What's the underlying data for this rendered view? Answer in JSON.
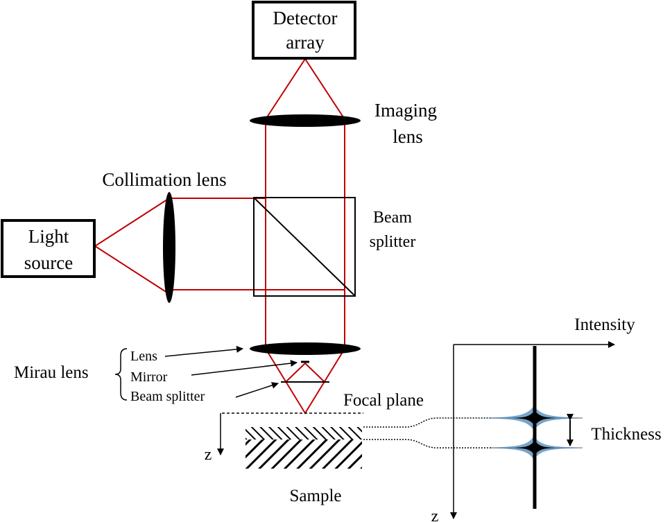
{
  "labels": {
    "detector_line1": "Detector",
    "detector_line2": "array",
    "imaging_line1": "Imaging",
    "imaging_line2": "lens",
    "collimation": "Collimation lens",
    "light_line1": "Light",
    "light_line2": "source",
    "beam_line1": "Beam",
    "beam_line2": "splitter",
    "mirau": "Mirau lens",
    "mirau_lens": "Lens",
    "mirau_mirror": "Mirror",
    "mirau_beam_splitter": "Beam splitter",
    "focal_plane": "Focal plane",
    "sample": "Sample",
    "z_sample": "z",
    "intensity": "Intensity",
    "thickness": "Thickness",
    "z_plot": "z"
  },
  "colors": {
    "beam": "#c00000",
    "ink": "#000000",
    "peak": "#4a86b8",
    "ghost_line": "#b0b0b0"
  }
}
